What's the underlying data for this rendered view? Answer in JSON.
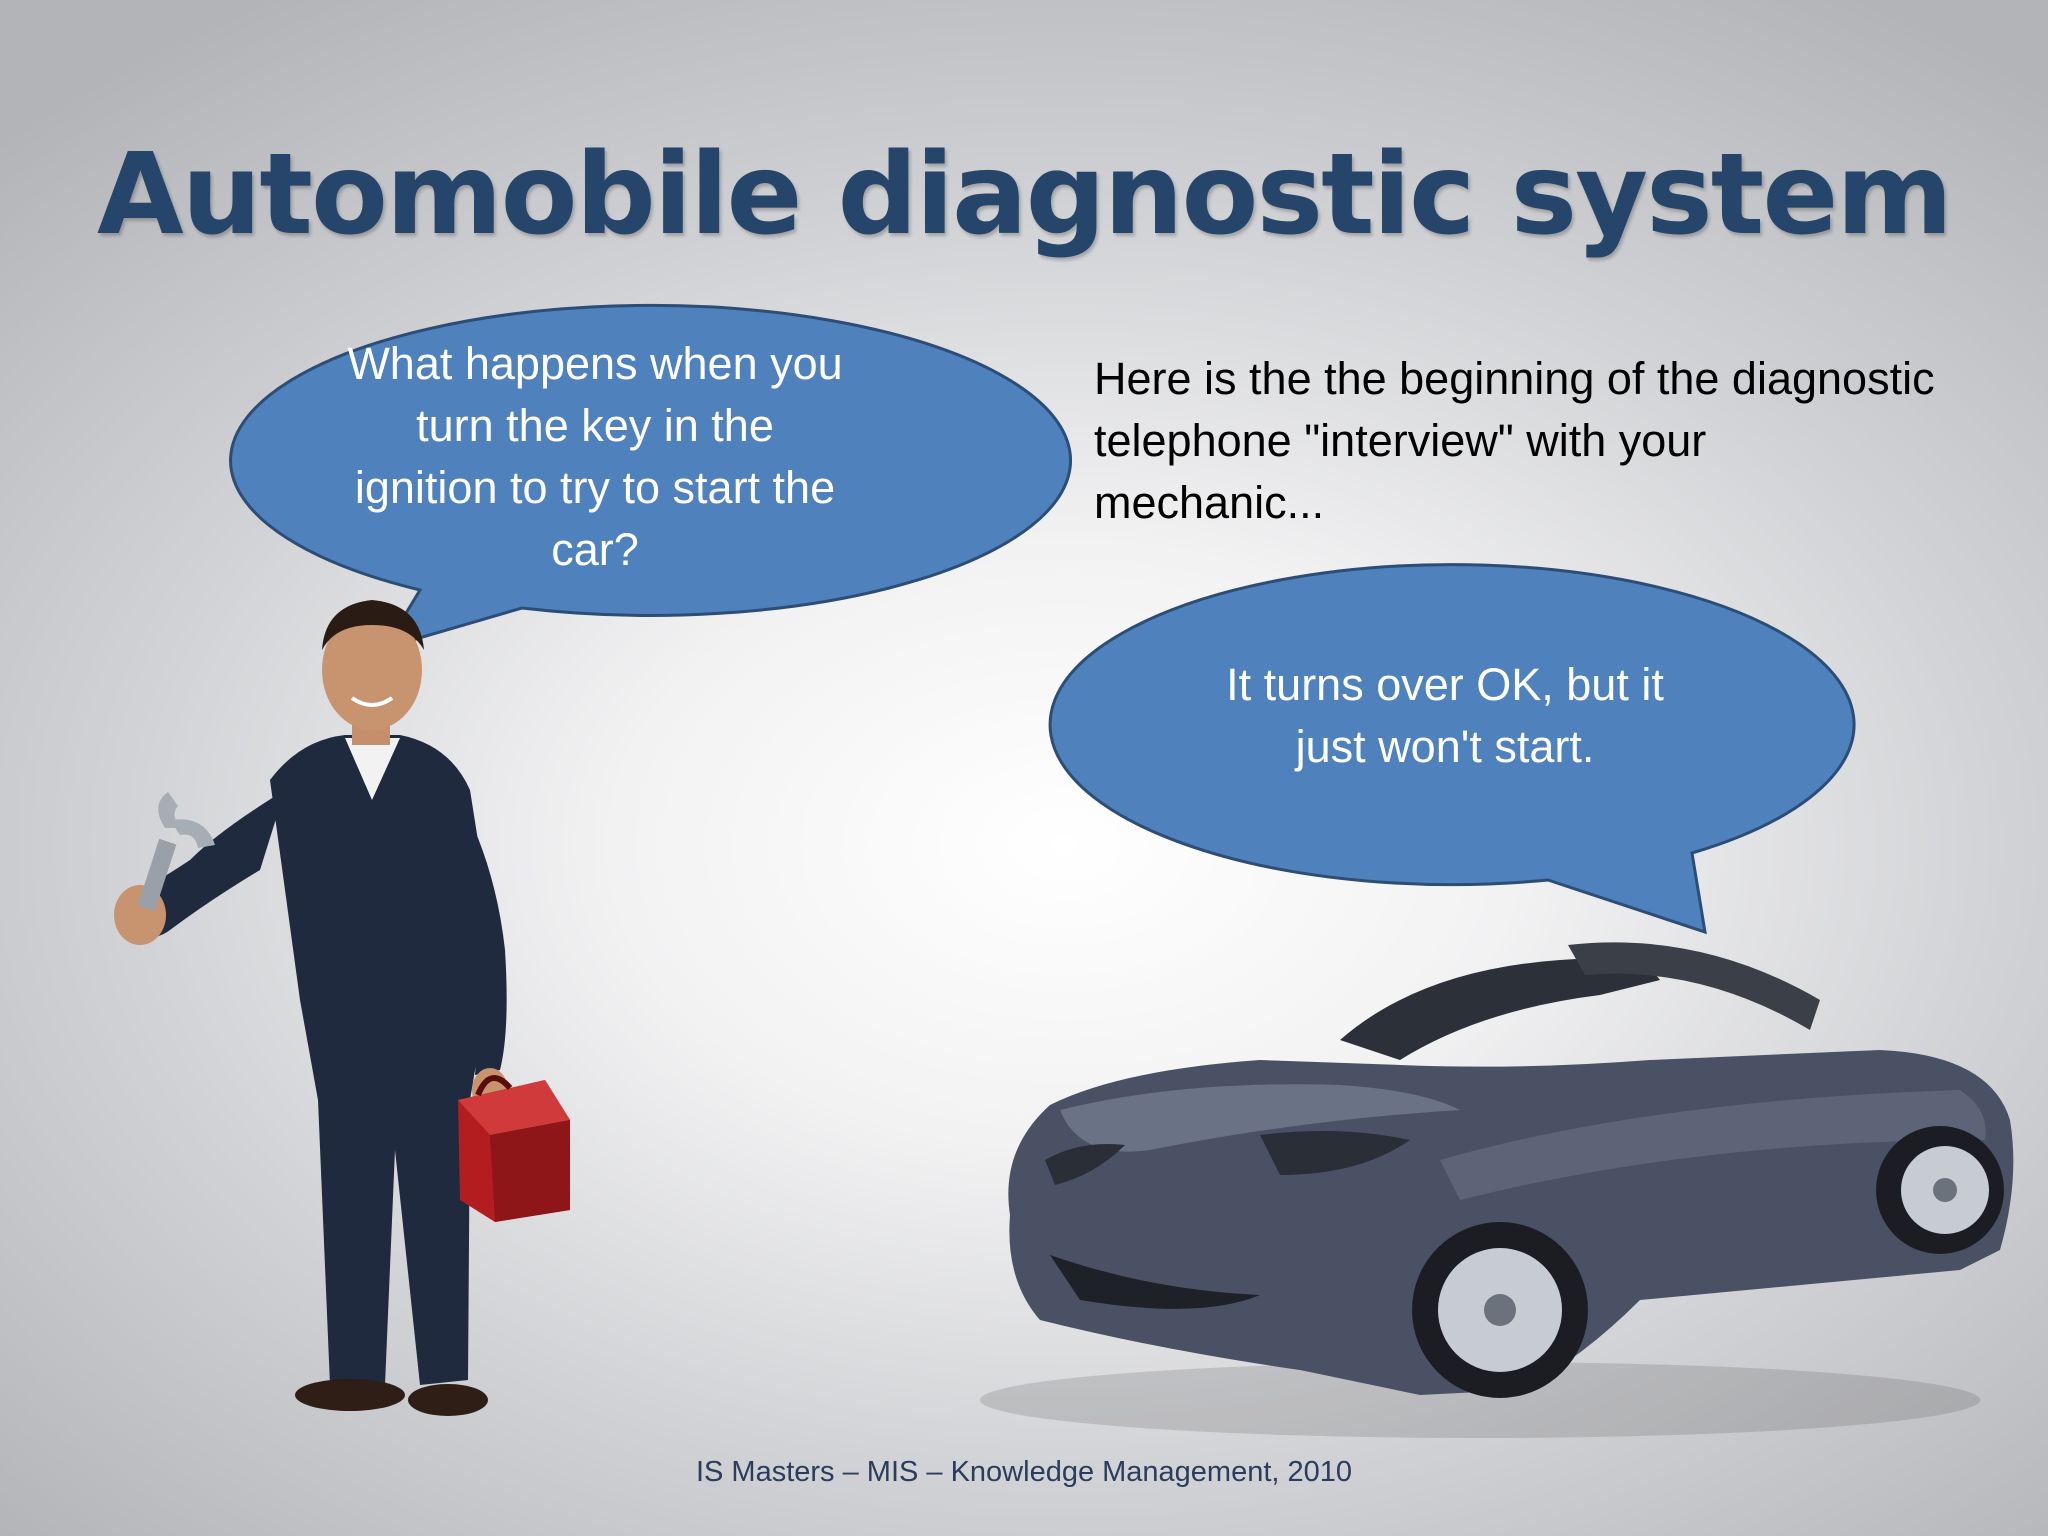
{
  "slide": {
    "title": "Automobile diagnostic system",
    "intro_text": "Here is the the beginning of the diagnostic telephone \"interview\" with your mechanic...",
    "mechanic_bubble": {
      "line1": "What happens when you",
      "line2": "turn the key in the",
      "line3": "ignition to try to start the",
      "line4": "car?"
    },
    "driver_bubble": {
      "line1": "It turns over OK, but it",
      "line2": "just won't start."
    },
    "footer": "IS Masters – MIS – Knowledge Management, 2010"
  },
  "colors": {
    "title": "#26456b",
    "bubble_fill": "#4f81bd",
    "bubble_stroke": "#2c4d75",
    "car_body": "#4a5164",
    "coverall": "#1f2a3f",
    "toolbox": "#b41d20"
  },
  "icons": [
    "mechanic-figure",
    "wrench-icon",
    "toolbox-icon",
    "sports-car-image"
  ]
}
